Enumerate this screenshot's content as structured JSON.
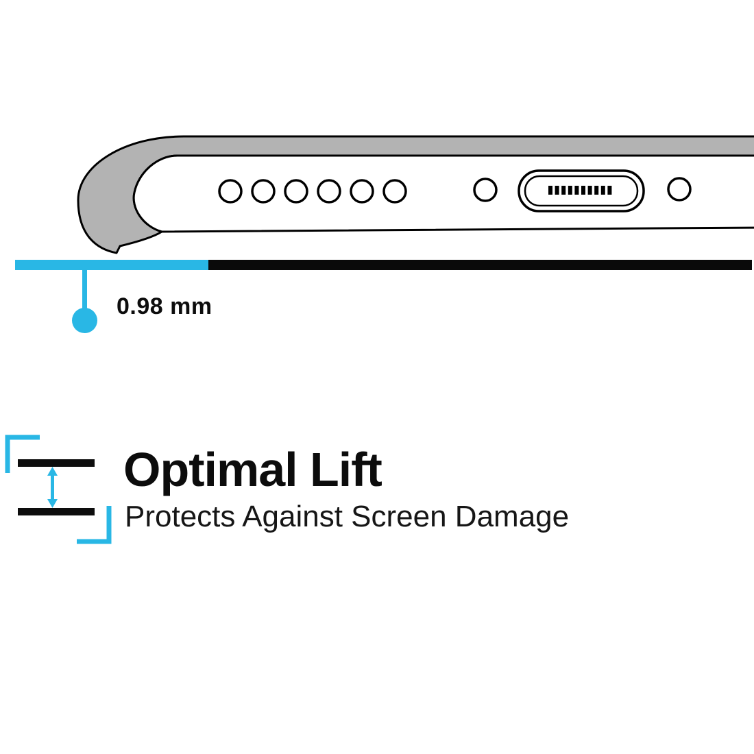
{
  "colors": {
    "accent": "#29B7E5",
    "ink": "#000000",
    "case_gray": "#B3B3B3"
  },
  "measurement": {
    "value": "0.98 mm"
  },
  "feature": {
    "title": "Optimal Lift",
    "subtitle": "Protects Against Screen Damage"
  },
  "icons": {
    "lift_distance": "double-arrow-between-two-lines",
    "charging_port": "usb-port-pill-with-pins",
    "speaker_holes": "row-of-six-circles",
    "measurement_dot": "filled-circle-callout"
  }
}
